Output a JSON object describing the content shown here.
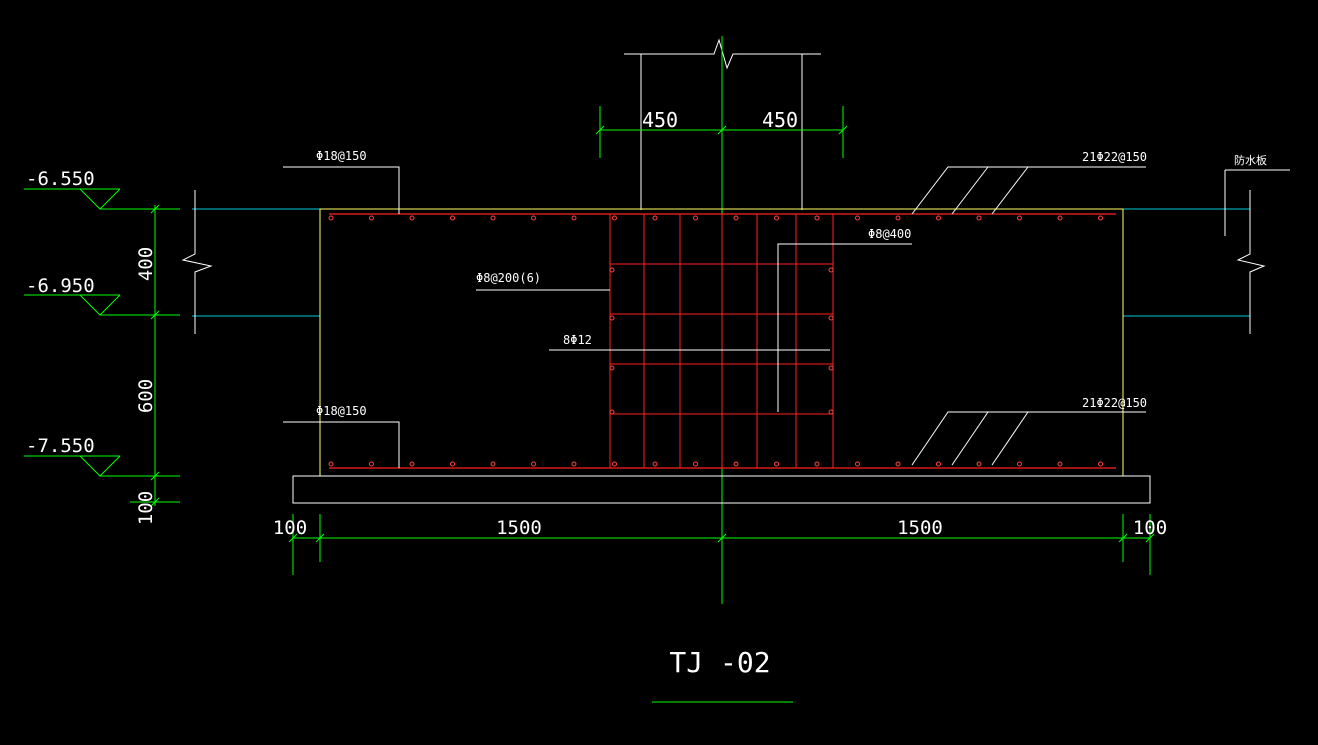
{
  "drawing": {
    "title": "TJ -02",
    "colors": {
      "background": "#000000",
      "dimension": "#00ff00",
      "concrete": "#ffff66",
      "rebar": "#ff2020",
      "ground": "#00c8d8",
      "annotation": "#ffffff"
    },
    "elevations": [
      "-6.550",
      "-6.950",
      "-7.550"
    ],
    "vertical_dims": [
      "400",
      "600",
      "100"
    ],
    "column_dims": [
      "450",
      "450"
    ],
    "bottom_dims": [
      "100",
      "1500",
      "1500",
      "100"
    ],
    "labels": {
      "top_left_rebar": "Φ18@150",
      "bottom_left_rebar": "Φ18@150",
      "top_right_rebar": "21Φ22@150",
      "bottom_right_rebar": "21Φ22@150",
      "stirrup": "Φ8@200(6)",
      "long_bars": "8Φ12",
      "tie": "Φ8@400",
      "waterproof_board": "防水板"
    }
  }
}
